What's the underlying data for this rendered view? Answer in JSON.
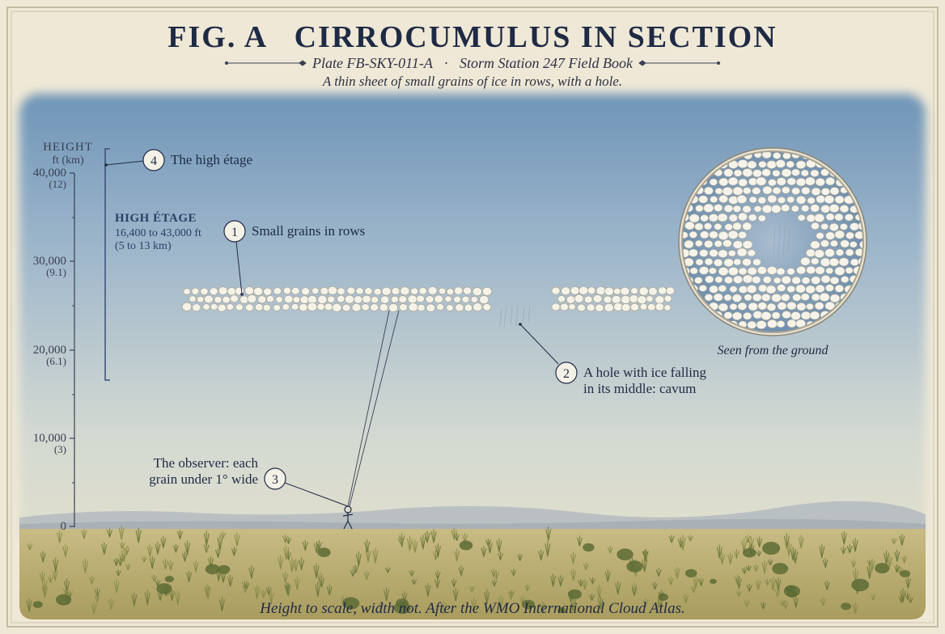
{
  "title": "FIG. A   CIRROCUMULUS IN SECTION",
  "plate": "Plate FB-SKY-011-A",
  "separator": "·",
  "field_book": "Storm Station 247 Field Book",
  "description": "A thin sheet of small grains of ice in rows, with a hole.",
  "axis": {
    "label": "HEIGHT",
    "units": "ft (km)",
    "ticks": [
      {
        "ft": "40,000",
        "km": "(12)"
      },
      {
        "ft": "30,000",
        "km": "(9.1)"
      },
      {
        "ft": "20,000",
        "km": "(6.1)"
      },
      {
        "ft": "10,000",
        "km": "(3)"
      },
      {
        "ft": "0",
        "km": ""
      }
    ]
  },
  "etage": {
    "label": "HIGH ÉTAGE",
    "range_ft": "16,400 to 43,000 ft",
    "range_km": "(5 to 13 km)"
  },
  "callouts": [
    {
      "num": "1",
      "text": "Small grains in rows"
    },
    {
      "num": "2",
      "line1": "A hole with ice falling",
      "line2": "in its middle: cavum"
    },
    {
      "num": "3",
      "line1": "The observer: each",
      "line2": "grain under 1° wide"
    },
    {
      "num": "4",
      "text": "The high étage"
    }
  ],
  "inset_caption": "Seen from the ground",
  "footer": "Height to scale, width not. After the WMO International Cloud Atlas.",
  "colors": {
    "paper": "#efe8d6",
    "sky_top": "#6e94b7",
    "sky_bottom": "#dedfcb",
    "ink": "#1f2a44",
    "grass": "#b7a868"
  }
}
